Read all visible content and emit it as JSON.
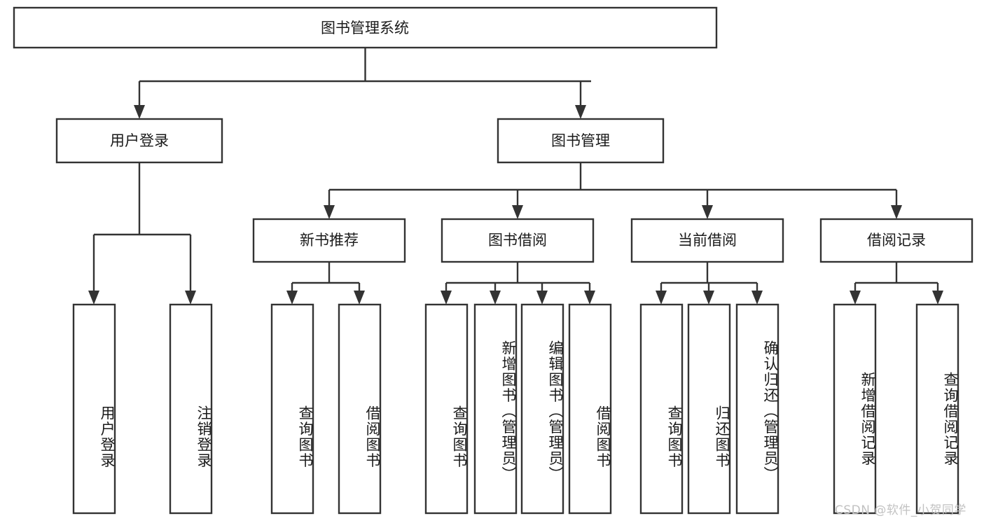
{
  "diagram": {
    "type": "tree-hierarchy-diagram",
    "title": "图书管理系统",
    "background_color": "#ffffff",
    "line_color": "#333333",
    "text_color": "#1a1a1a",
    "levels": {
      "root": {
        "label": "图书管理系统"
      },
      "level2": [
        {
          "label": "用户登录"
        },
        {
          "label": "图书管理"
        }
      ],
      "level3": [
        {
          "label": "新书推荐"
        },
        {
          "label": "图书借阅"
        },
        {
          "label": "当前借阅"
        },
        {
          "label": "借阅记录"
        }
      ],
      "leaves": {
        "user_login": [
          {
            "label": "用户登录"
          },
          {
            "label": "注销登录"
          }
        ],
        "new_book_recommend": [
          {
            "label": "查询图书"
          },
          {
            "label": "借阅图书"
          }
        ],
        "book_borrow": [
          {
            "label": "查询图书"
          },
          {
            "label": "新增图书（管理员）"
          },
          {
            "label": "编辑图书（管理员）"
          },
          {
            "label": "借阅图书"
          }
        ],
        "current_borrow": [
          {
            "label": "查询图书"
          },
          {
            "label": "归还图书"
          },
          {
            "label": "确认归还（管理员）"
          }
        ],
        "borrow_record": [
          {
            "label": "新增借阅记录"
          },
          {
            "label": "查询借阅记录"
          }
        ]
      }
    }
  },
  "watermark": {
    "text": "CSDN @软件_小贺同学",
    "color": "#c2c2c2"
  }
}
